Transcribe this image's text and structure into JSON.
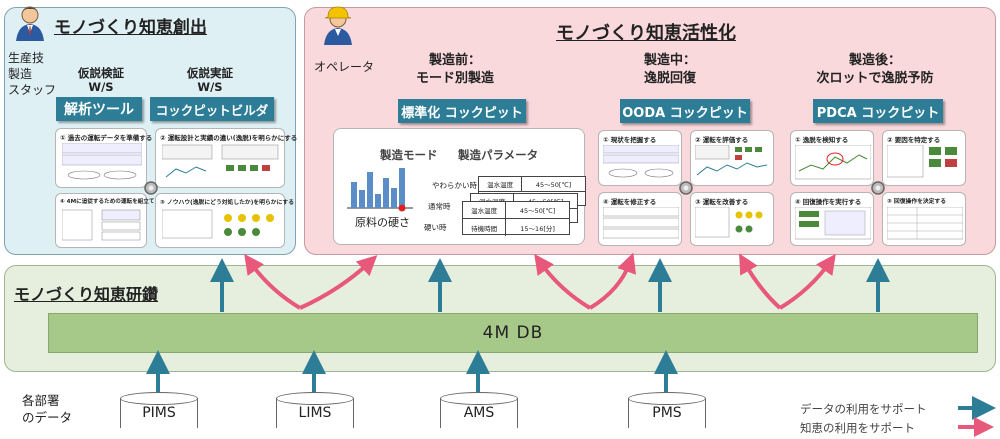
{
  "left_panel": {
    "title": "モノづくり知恵創出",
    "staff_label": [
      "生産技",
      "製造",
      "スタッフ"
    ],
    "col1_header": [
      "仮説検証",
      "W/S"
    ],
    "col2_header": [
      "仮説実証",
      "W/S"
    ],
    "btn_analysis": "解析ツール",
    "btn_builder": "コックピットビルダ",
    "cards": [
      "① 過去の運転データを準備する",
      "② 運転設計と実績の違い(逸脱)を明らかにする",
      "④ 4Mに追従するための運転を組立てる",
      "③ ノウハウ(逸脱にどう対処したか)を明らかにする"
    ]
  },
  "right_panel": {
    "title": "モノづくり知恵活性化",
    "operator_label": "オペレータ",
    "col1_header": [
      "製造前：",
      "モード別製造"
    ],
    "col2_header": [
      "製造中：",
      "逸脱回復"
    ],
    "col3_header": [
      "製造後：",
      "次ロットで逸脱予防"
    ],
    "btn_standard": "標準化 コックピット",
    "btn_ooda": "OODA コックピット",
    "btn_pdca": "PDCA コックピット",
    "std_card": {
      "mode_label": "製造モード",
      "param_label": "製造パラメータ",
      "material_label": "原料の硬さ",
      "row_labels": [
        "やわらかい時",
        "通常時",
        "硬い時"
      ],
      "tables": [
        {
          "rows": [
            [
              "温水温度",
              "45～50[℃]"
            ],
            [
              "待機時間",
              "15～16[分]"
            ]
          ]
        }
      ]
    },
    "ooda_cards": [
      "① 現状を把握する",
      "② 運転を評価する",
      "④ 運転を修正する",
      "③ 運転を改善する"
    ],
    "pdca_cards": [
      "① 逸脱を検知する",
      "② 要因を特定する",
      "④ 回復操作を実行する",
      "③ 回復操作を決定する"
    ]
  },
  "band": {
    "title": "モノづくり知恵研鑽",
    "db_label": "4M DB"
  },
  "sources": {
    "label": [
      "各部署",
      "のデータ"
    ],
    "items": [
      "PIMS",
      "LIMS",
      "AMS",
      "PMS"
    ]
  },
  "legend": {
    "data_support": "データの利用をサポート",
    "wisdom_support": "知恵の利用をサポート"
  },
  "colors": {
    "teal": "#2e7d96",
    "pink": "#e8587a"
  }
}
